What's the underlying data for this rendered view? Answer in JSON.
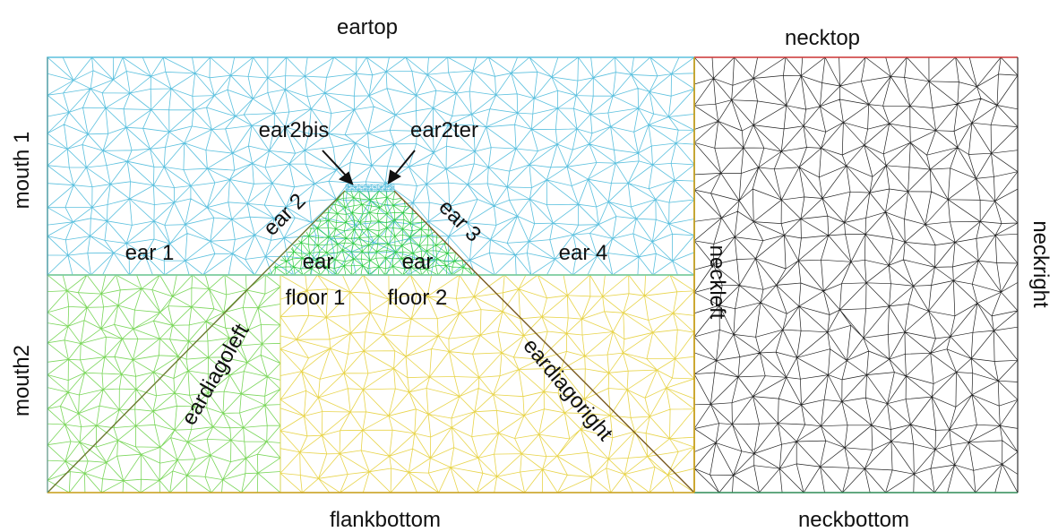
{
  "labels": {
    "eartop": "eartop",
    "necktop": "necktop",
    "mouth1": "mouth 1",
    "mouth2": "mouth2",
    "neckright": "neckright",
    "neckleft": "neckleft",
    "ear2bis": "ear2bis",
    "ear2ter": "ear2ter",
    "ear1": "ear 1",
    "ear2": "ear 2",
    "ear3": "ear 3",
    "ear4": "ear 4",
    "ear_left": "ear",
    "ear_right": "ear",
    "floor1": "floor 1",
    "floor2": "floor 2",
    "eardiagoleft": "eardiagoleft",
    "eardiagoright": "eardiagoright",
    "flankbottom": "flankbottom",
    "neckbottom": "neckbottom"
  },
  "colors": {
    "ear_mesh": "#5bc0de",
    "ear_floor_mesh": "#2ecc40",
    "flank_mesh": "#e8d44a",
    "flank_left_mesh": "#7ad65a",
    "neck_mesh": "#222222",
    "neck_top_edge": "#cc3333",
    "neck_bottom_edge": "#2e8b57",
    "flank_bottom_edge": "#c8a020"
  }
}
